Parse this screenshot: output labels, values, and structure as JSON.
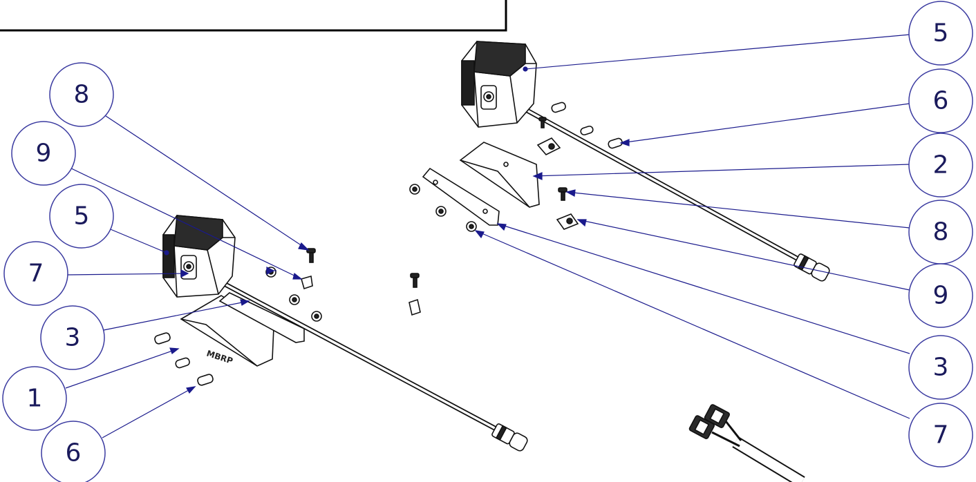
{
  "diagram": {
    "colors": {
      "leader": "#1a1a8c",
      "balloon_stroke": "#3a3aa0",
      "balloon_text": "#1a1a5c",
      "part_stroke": "#111111",
      "part_fill": "#ffffff",
      "part_dark": "#2a2a2a",
      "title_box": "#000000"
    },
    "balloons": [
      {
        "id": "b-left-8",
        "label": "8"
      },
      {
        "id": "b-left-9",
        "label": "9"
      },
      {
        "id": "b-left-5",
        "label": "5"
      },
      {
        "id": "b-left-7",
        "label": "7"
      },
      {
        "id": "b-left-3",
        "label": "3"
      },
      {
        "id": "b-left-1",
        "label": "1"
      },
      {
        "id": "b-left-6",
        "label": "6"
      },
      {
        "id": "b-right-5",
        "label": "5"
      },
      {
        "id": "b-right-6",
        "label": "6"
      },
      {
        "id": "b-right-2",
        "label": "2"
      },
      {
        "id": "b-right-8",
        "label": "8"
      },
      {
        "id": "b-right-9",
        "label": "9"
      },
      {
        "id": "b-right-3",
        "label": "3"
      },
      {
        "id": "b-right-7",
        "label": "7"
      }
    ]
  }
}
